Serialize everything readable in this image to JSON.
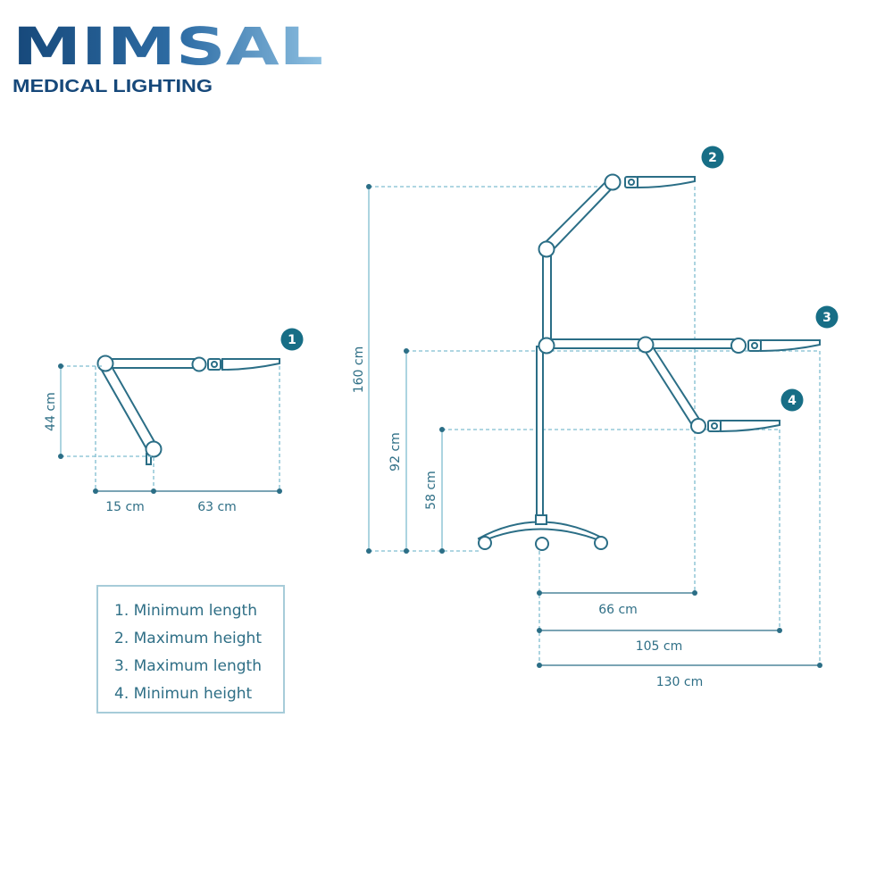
{
  "brand": {
    "name": "MIMSAL",
    "tagline": "MEDICAL LIGHTING",
    "colors": {
      "dark": "#16487a",
      "light": "#8fc1e2"
    }
  },
  "colors": {
    "line": "#2b6e86",
    "dim": "#7fbdd0",
    "text": "#2f6f86",
    "badge": "#176e86",
    "badge_text": "#ffffff"
  },
  "markers": [
    "1",
    "2",
    "3",
    "4"
  ],
  "dimensions": {
    "table_height": "44 cm",
    "table_base_offset": "15 cm",
    "table_reach": "63 cm",
    "stand_max_height": "160 cm",
    "stand_mid_height": "92 cm",
    "stand_low_height": "58 cm",
    "reach_short": "66 cm",
    "reach_mid": "105 cm",
    "reach_long": "130 cm"
  },
  "legend": [
    "1. Minimum length",
    "2. Maximum height",
    "3. Maximum length",
    "4. Minimun height"
  ]
}
